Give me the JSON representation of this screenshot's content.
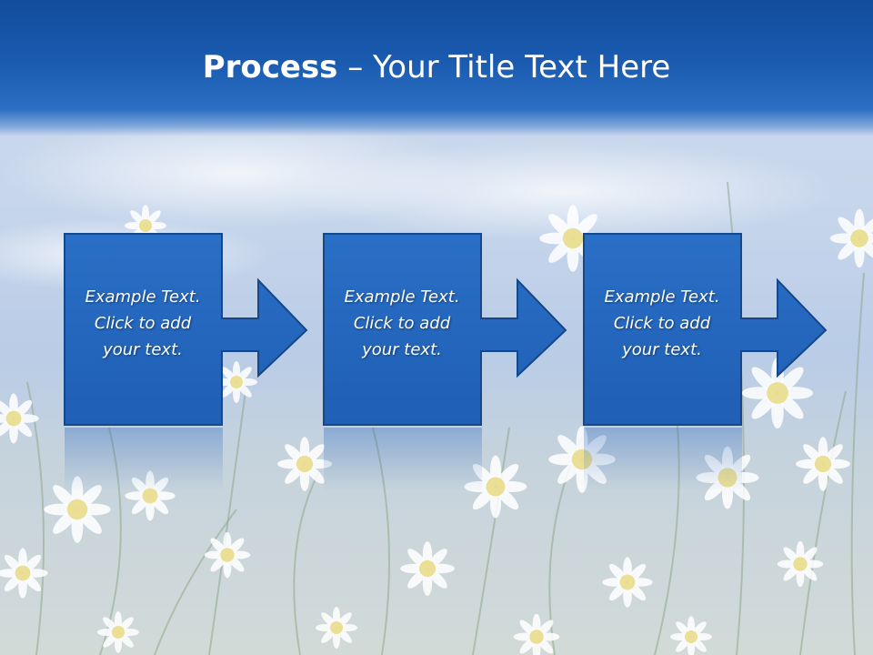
{
  "slide": {
    "title_bold": "Process",
    "title_rest": " – Your Title Text Here",
    "colors": {
      "title_bar": "#1a5bb0",
      "box_fill": "#2366bd",
      "box_border": "#16478a",
      "text": "#ffffff"
    },
    "background_image": "daisy-field-sky-photo",
    "steps": [
      {
        "line1": "Example Text.",
        "line2": "Click  to add",
        "line3": "your text."
      },
      {
        "line1": "Example Text.",
        "line2": "Click  to add",
        "line3": "your text."
      },
      {
        "line1": "Example Text.",
        "line2": "Click  to add",
        "line3": "your text."
      }
    ]
  }
}
